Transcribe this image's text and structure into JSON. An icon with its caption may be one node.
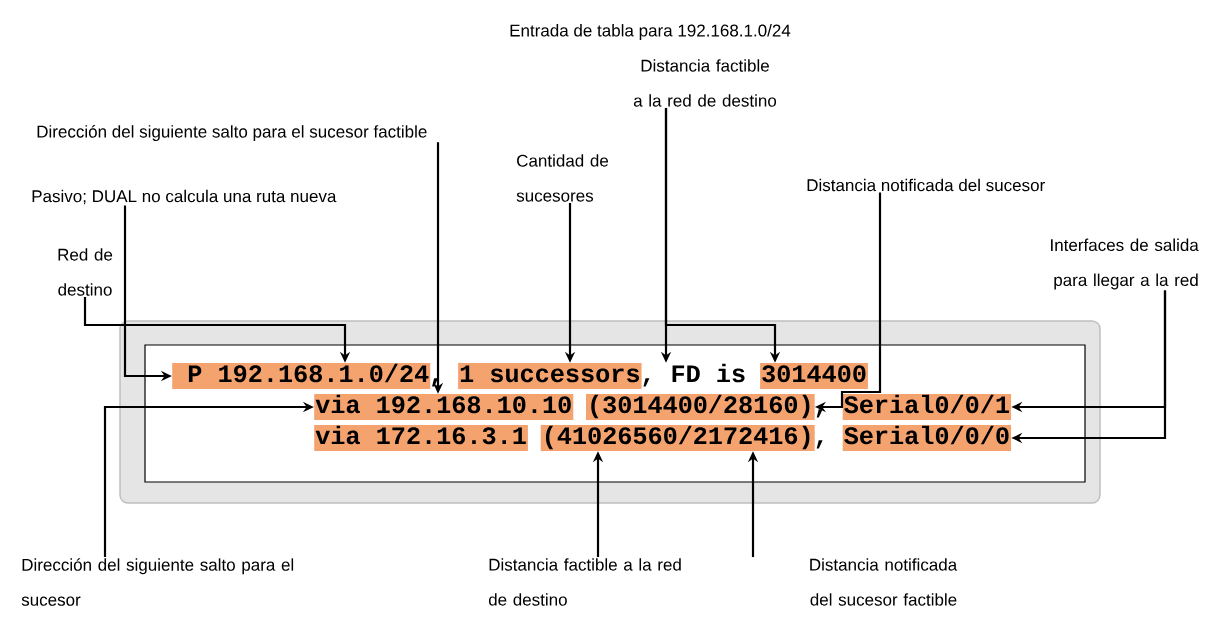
{
  "diagram": {
    "nodes": [
      {
        "text": [
          "Distancia factible a la red de destino"
        ]
      },
      {
        "text": [
          "Dirección del siguiente salto para el sucesor factible"
        ]
      },
      {
        "text": [
          "Cantidad de sucesores"
        ]
      },
      {
        "text": [
          "Pasivo; DUAL no calcula una ruta nueva"
        ]
      },
      {
        "text": [
          "Distancia notificada del sucesor"
        ]
      },
      {
        "text": [
          "Interfaces de salida para llegar a la red"
        ]
      },
      {
        "text": [
          "Red de destino"
        ]
      },
      {
        "text": [],
        "shape": "box"
      },
      {
        "text": [
          "P"
        ],
        "in": 7
      },
      {
        "text": [
          "192.168.1.0/24"
        ],
        "in": 7
      },
      {
        "text": [
          "1 successors"
        ],
        "in": 7
      },
      {
        "text": [
          "FD is"
        ],
        "in": 7
      },
      {
        "text": [
          "3014400"
        ],
        "in": 7
      },
      {
        "text": [
          "via 192.168.10.10"
        ],
        "in": 7
      },
      {
        "text": [
          "(3014400"
        ],
        "in": 7
      },
      {
        "text": [
          "/28160)"
        ],
        "in": 7
      },
      {
        "text": [
          "Serial0/0/1"
        ],
        "in": 7
      },
      {
        "text": [
          "via 172.16.3.1"
        ],
        "in": 7
      },
      {
        "text": [
          "(41026560/"
        ],
        "in": 7
      },
      {
        "text": [
          "2172416)"
        ],
        "in": 7
      },
      {
        "text": [
          "Serial0/0/0"
        ],
        "in": 7
      },
      {
        "text": [
          "Dirección del siguiente salto para el sucesor"
        ]
      },
      {
        "text": [
          "Distancia factible a la red de destino"
        ]
      },
      {
        "text": [
          "Distancia notificada del sucesor factible"
        ]
      }
    ],
    "edges": [
      {
        "from": 0,
        "to": 11,
        "arrow": "to"
      },
      {
        "from": 0,
        "to": 12,
        "arrow": "to"
      },
      {
        "from": 1,
        "to": 13,
        "arrow": "to"
      },
      {
        "from": 2,
        "to": 10,
        "arrow": "to"
      },
      {
        "from": 3,
        "to": 8,
        "arrow": "to"
      },
      {
        "from": 4,
        "to": 15,
        "arrow": "to"
      },
      {
        "from": 5,
        "to": 16,
        "arrow": "to"
      },
      {
        "from": 5,
        "to": 20,
        "arrow": "to"
      },
      {
        "from": 6,
        "to": 9,
        "arrow": "to"
      },
      {
        "from": 21,
        "to": 13,
        "arrow": "to"
      },
      {
        "from": 22,
        "to": 18,
        "arrow": "to"
      },
      {
        "from": 23,
        "to": 19,
        "arrow": "to"
      }
    ],
    "labels": [
      "Entrada de tabla para 192.168.1.0/24",
      ",",
      ",",
      ",",
      ","
    ]
  }
}
